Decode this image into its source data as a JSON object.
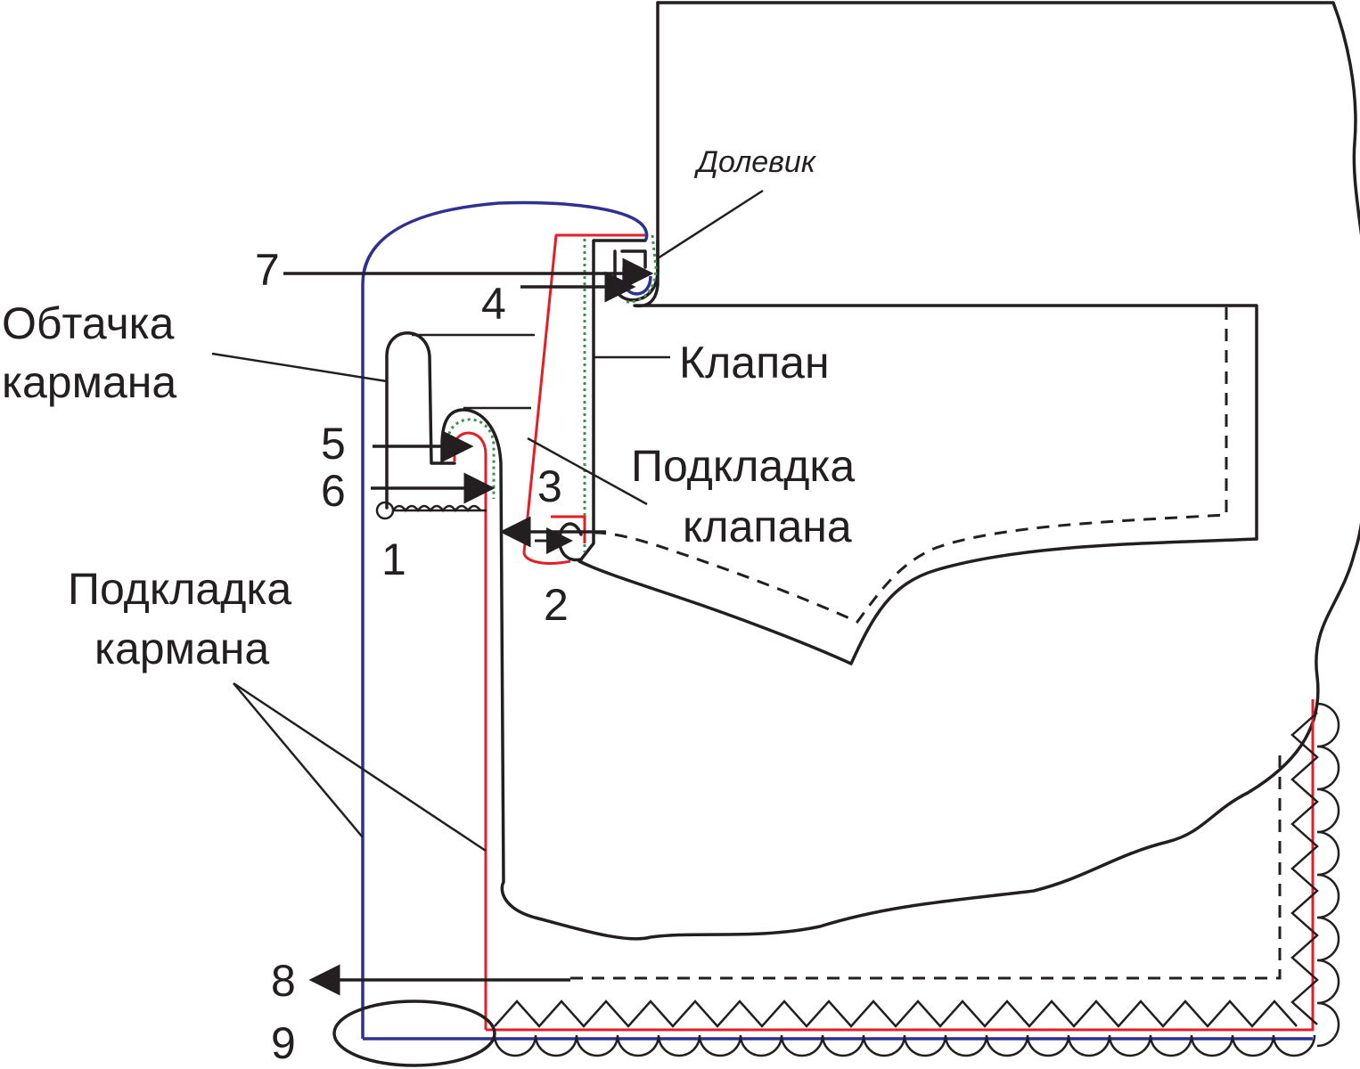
{
  "labels": {
    "dolevik": "Долевик",
    "obtachka_line1": "Обтачка",
    "obtachka_line2": "кармана",
    "klapan": "Клапан",
    "podkladka_klapana_line1": "Подкладка",
    "podkladka_klapana_line2": "клапана",
    "podkladka_karmana_line1": "Подкладка",
    "podkladka_karmana_line2": "кармана"
  },
  "numbers": {
    "n1": "1",
    "n2": "2",
    "n3": "3",
    "n4": "4",
    "n5": "5",
    "n6": "6",
    "n7": "7",
    "n8": "8",
    "n9": "9"
  },
  "colors": {
    "outline": "#231f20",
    "lining": "#e31e24",
    "pocket_bag": "#2e3192",
    "stitch": "#3f8f4f"
  }
}
